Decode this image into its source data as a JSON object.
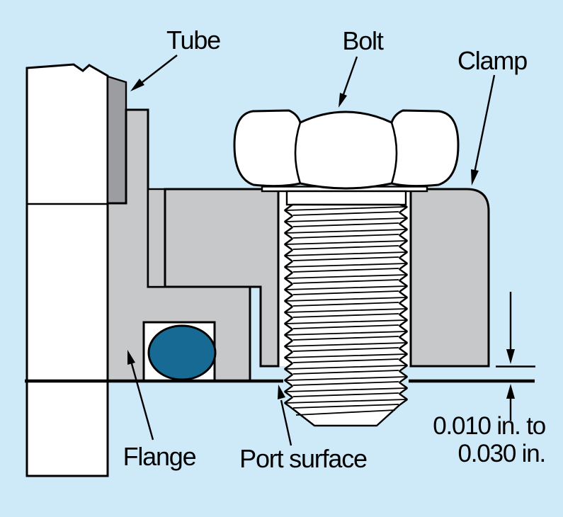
{
  "figure": {
    "labels": {
      "tube": "Tube",
      "bolt": "Bolt",
      "clamp": "Clamp",
      "flange": "Flange",
      "port_surface": "Port surface"
    },
    "dimension": {
      "line1": "0.010 in. to",
      "line2": "0.030 in."
    },
    "colors": {
      "background": "#cee9f8",
      "metal_gray": "#c7c8ca",
      "sleeve_gray": "#9b9da0",
      "oring_teal": "#176a94",
      "outline_black": "#000000",
      "part_white": "#ffffff"
    }
  }
}
